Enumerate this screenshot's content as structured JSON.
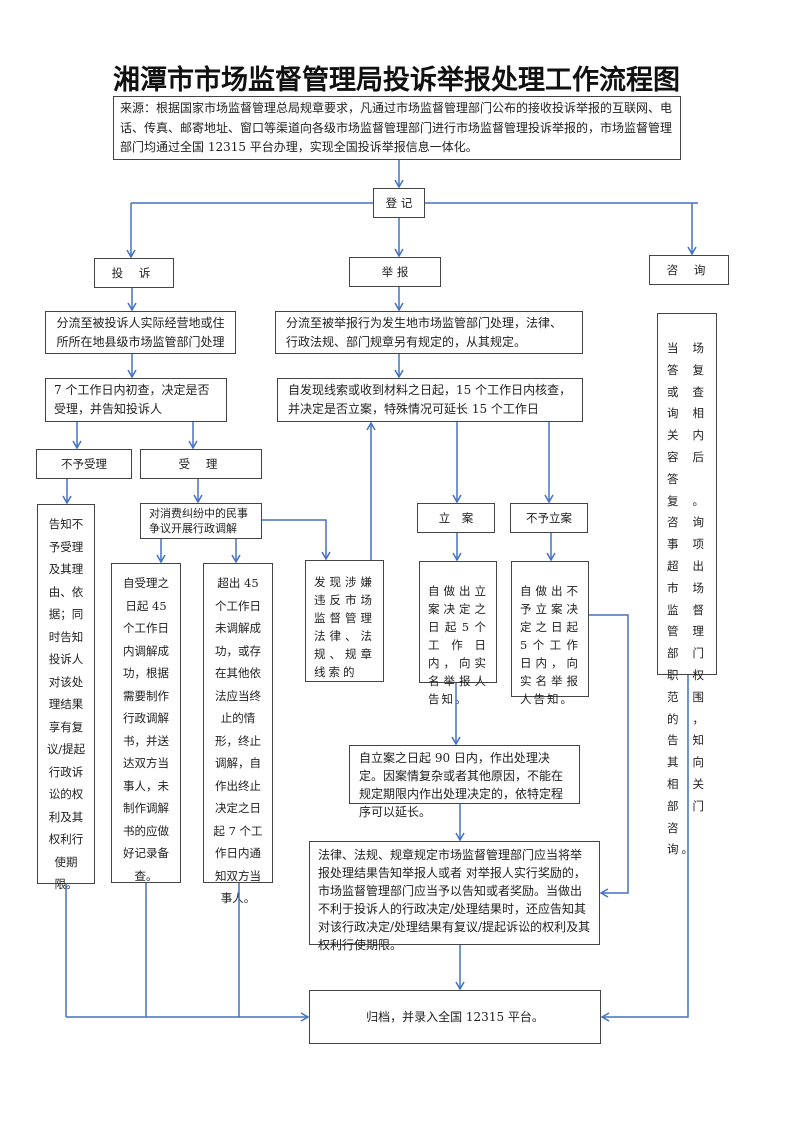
{
  "title": "湘潭市市场监督管理局投诉举报处理工作流程图",
  "source": "来源：根据国家市场监督管理总局规章要求，凡通过市场监督管理部门公布的接收投诉举报的互联网、电话、传真、邮寄地址、窗口等渠道向各级市场监督管理部门进行市场监督管理投诉举报的，市场监督管理部门均通过全国 12315 平台办理，实现全国投诉举报信息一体化。",
  "register": "登 记",
  "branches": {
    "complaint": "投 诉",
    "report": "举 报",
    "consult": "咨 询"
  },
  "complaint": {
    "dispatch": "分流至被投诉人实际经营地或住所所在地县级市场监管部门处理",
    "initial_check": "7 个工作日内初查，决定是否受理，并告知投诉人",
    "reject": "不予受理",
    "accept": "受 理",
    "reject_detail": "告知不予受理及其理由、依据；同时告知投诉人对该处理结果享有复议/提起行政诉讼的权利及其权利行使期限。",
    "mediation": "对消费纠纷中的民事争议开展行政调解",
    "mediation_success": "自受理之日起 45 个工作日内调解成功，根据需要制作行政调解书，并送达双方当事人，未制作调解书的应做好记录备查。",
    "mediation_fail": "超出 45 个工作日未调解成功，或存在其他依法应当终止的情形，终止调解，自作出终止决定之日起 7 个工作日内通知双方当事人。",
    "violation_clue": "发现涉嫌违反市场监督管理法律、法规、规章线索的"
  },
  "report": {
    "dispatch": "分流至被举报行为发生地市场监管部门处理，法律、行政法规、部门规章另有规定的，从其规定。",
    "verify": "自发现线索或收到材料之日起，15 个工作日内核查，并决定是否立案，特殊情况可延长 15 个工作日",
    "file_case": "立　案",
    "no_case": "不予立案",
    "file_case_notice": "自做出立案决定之日起5个工作日内，向实名举报人告知。",
    "no_case_notice": "自做出不予立案决定之日起5个工作日内，向实名举报人告知。",
    "decision": "自立案之日起 90 日内，作出处理决定。因案情复杂或者其他原因，不能在规定期限内作出处理决定的，依特定程序可以延长。",
    "result_notice": "法律、法规、规章规定市场监督管理部门应当将举报处理结果告知举报人或者 对举报人实行奖励的，市场监督管理部门应当予以告知或者奖励。当做出不利于投诉人的行政决定/处理结果时，还应告知其对该行政决定/处理结果有复议/提起诉讼的权利及其权利行使期限。"
  },
  "consult": {
    "detail": "当场答复或查询相关内容后答复。咨询事项超出市场监督管理部门职权范围的，告知其向相关部门 咨询。"
  },
  "archive": "归档，并录入全国 12315 平台。",
  "colors": {
    "connector": "#4472c4",
    "border": "#444444"
  }
}
